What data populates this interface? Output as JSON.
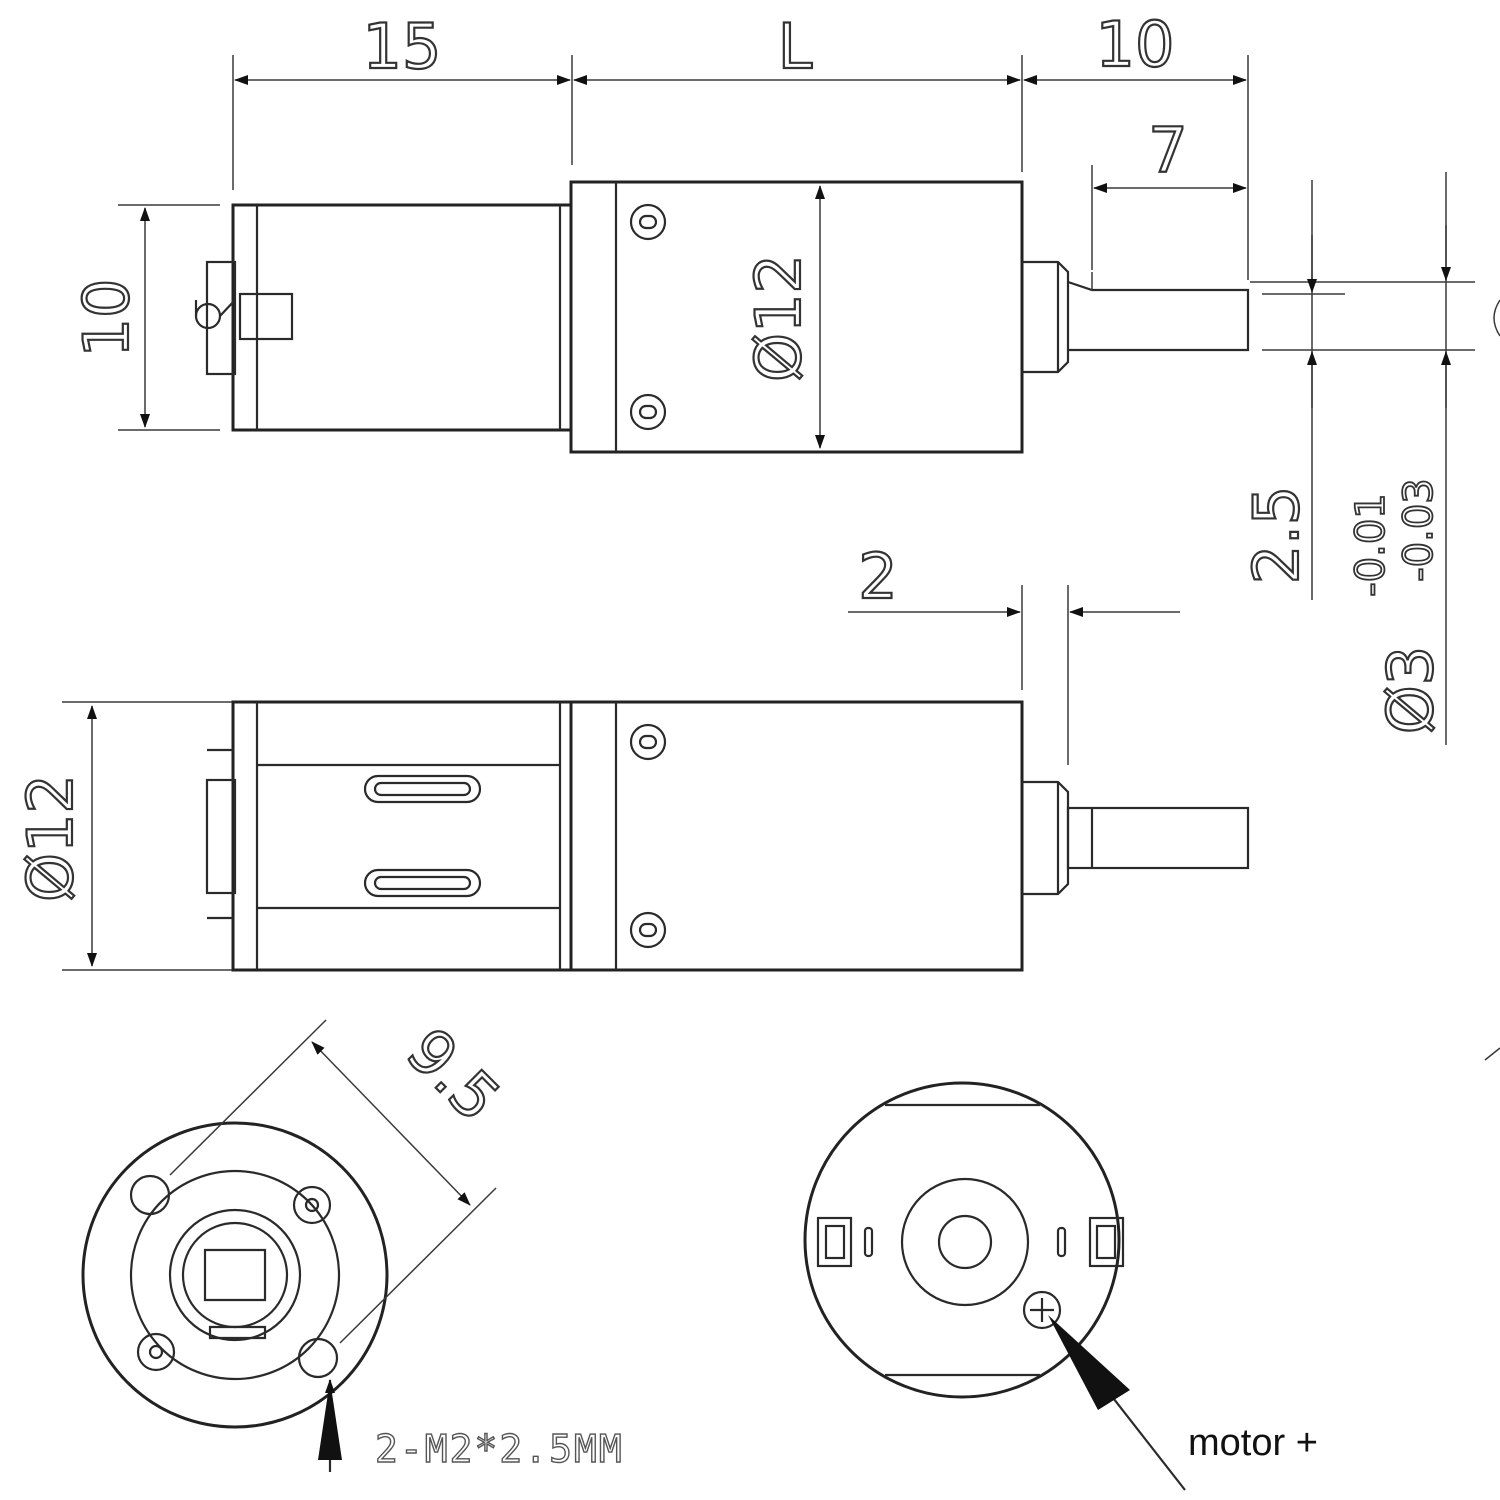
{
  "dimensions": {
    "top_view": {
      "motor_length": "15",
      "gearbox_length": "L",
      "shaft_length": "10",
      "flat_length": "7",
      "motor_height": "10",
      "gearbox_diameter": "Ø12",
      "flat_depth": "2.5",
      "shaft_diameter": "Ø3",
      "shaft_tolerance_upper": "-0.01",
      "shaft_tolerance_lower": "-0.03"
    },
    "side_view": {
      "shoulder_length": "2",
      "body_diameter": "Ø12"
    },
    "front_view": {
      "hole_spacing": "9.5"
    }
  },
  "labels": {
    "mounting_holes": "2-M2*2.5MM",
    "motor_plus": "motor +"
  }
}
